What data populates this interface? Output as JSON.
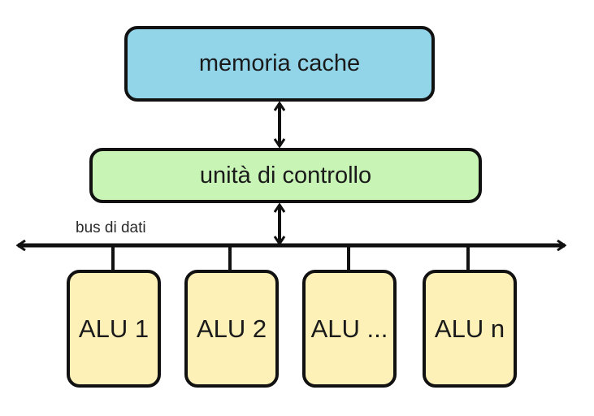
{
  "diagram": {
    "cache": {
      "label": "memoria cache",
      "color": "#92d4e8"
    },
    "control_unit": {
      "label": "unità di controllo",
      "color": "#c8f4b6"
    },
    "bus": {
      "label": "bus di dati",
      "direction": "bidirectional"
    },
    "alus": [
      {
        "label": "ALU 1"
      },
      {
        "label": "ALU 2"
      },
      {
        "label": "ALU ..."
      },
      {
        "label": "ALU n"
      }
    ],
    "alu_color": "#fdf1b8",
    "connections": [
      {
        "from": "memoria cache",
        "to": "unità di controllo",
        "type": "bidirectional-arrow"
      },
      {
        "from": "unità di controllo",
        "to": "bus di dati",
        "type": "bidirectional-arrow"
      },
      {
        "from": "bus di dati",
        "to": "ALU 1",
        "type": "line"
      },
      {
        "from": "bus di dati",
        "to": "ALU 2",
        "type": "line"
      },
      {
        "from": "bus di dati",
        "to": "ALU ...",
        "type": "line"
      },
      {
        "from": "bus di dati",
        "to": "ALU n",
        "type": "line"
      }
    ]
  }
}
